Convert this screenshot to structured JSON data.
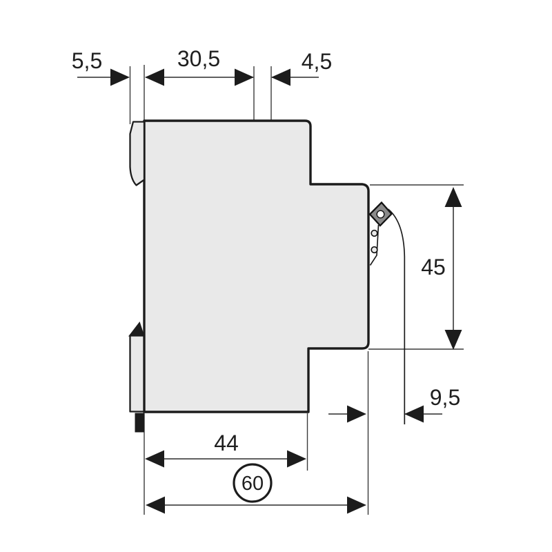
{
  "diagram": {
    "type": "technical-dimension-drawing",
    "subject": "circuit-breaker-side-profile",
    "dimensions": {
      "rail_flange_depth": "5,5",
      "front_body_depth": "30,5",
      "toggle_recess_depth": "4,5",
      "terminal_section_height": "45",
      "terminal_wire_offset": "9,5",
      "mounting_base_depth": "44",
      "overall_depth_circled": "60"
    },
    "colors": {
      "background": "#ffffff",
      "body_fill": "#e9e9e9",
      "outline": "#1c1c1c",
      "dimension_line": "#3a3a3a",
      "screw_head_fill": "#8a8a8a"
    },
    "icons": {
      "terminal_screw": "diamond-screw-head-with-hole",
      "din_rail_latch": "black-triangle-latch",
      "clip_foot": "black-rectangle-tab"
    }
  }
}
